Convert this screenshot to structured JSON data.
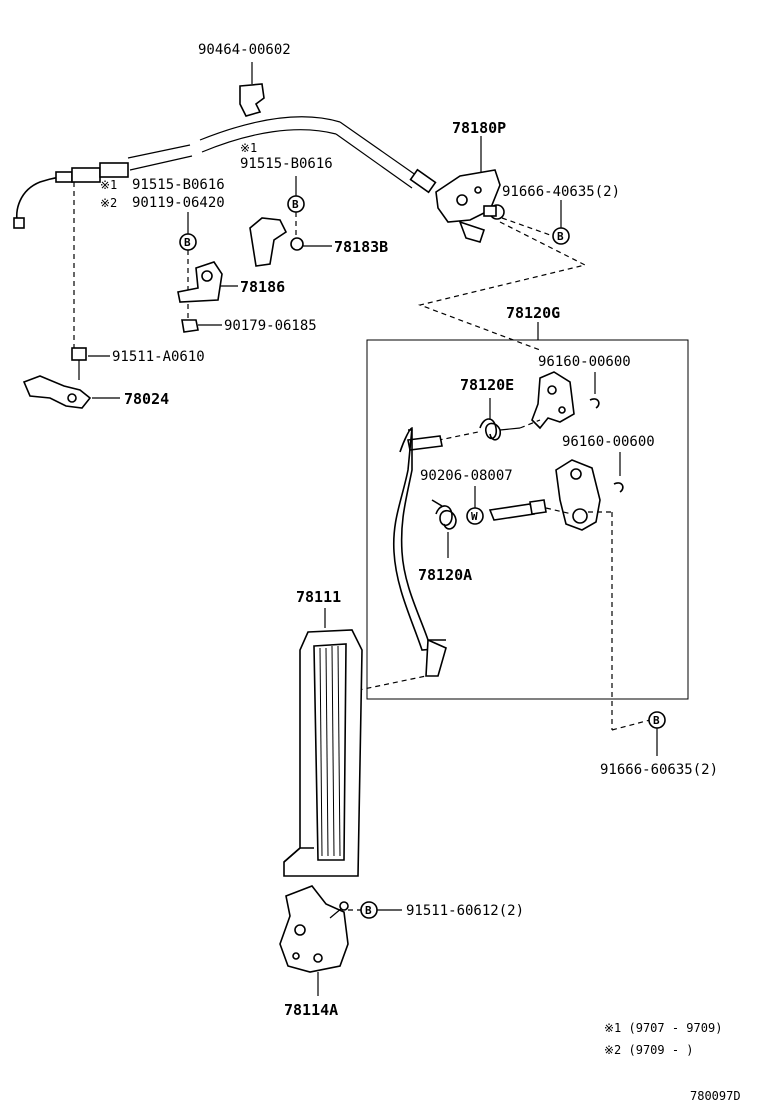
{
  "parts": {
    "p90464": "90464-00602",
    "p78180P": "78180P",
    "p91515_top": "91515-B0616",
    "p91666_40635": "91666-40635(2)",
    "p91515_1": "91515-B0616",
    "p90119_2": "90119-06420",
    "p78183B": "78183B",
    "p78186": "78186",
    "p90179": "90179-06185",
    "p91511_A0610": "91511-A0610",
    "p78024": "78024",
    "p78120G": "78120G",
    "p96160_a": "96160-00600",
    "p78120E": "78120E",
    "p96160_b": "96160-00600",
    "p90206": "90206-08007",
    "p78120A": "78120A",
    "p78111": "78111",
    "p91666_60635": "91666-60635(2)",
    "p91511_60612": "91511-60612(2)",
    "p78114A": "78114A"
  },
  "marks": {
    "note1": "※1",
    "note2": "※2",
    "circle_b": "B",
    "circle_w": "W"
  },
  "legend": {
    "l1": "※1 (9707 - 9709)",
    "l2": "※2 (9709 -      )"
  },
  "figure_id": "780097D"
}
